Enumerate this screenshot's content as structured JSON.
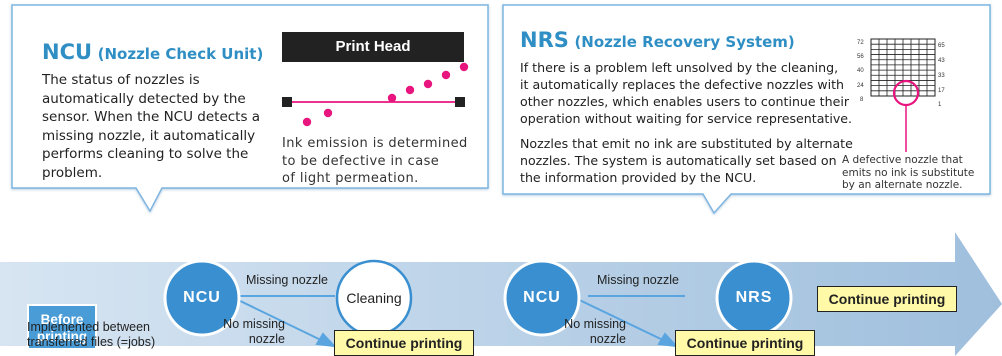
{
  "ncu_panel": {
    "title_main": "NCU",
    "title_sub": "(Nozzle Check Unit)",
    "body_lines": [
      "The status of nozzles is",
      "automatically detected by the",
      "sensor. When the NCU detects a",
      "missing nozzle, it automatically",
      "performs cleaning to solve the",
      "problem."
    ],
    "print_head_label": "Print Head",
    "caption_lines": [
      "Ink emission is determined",
      "to be defective in case",
      "of light permeation."
    ]
  },
  "nrs_panel": {
    "title_main": "NRS",
    "title_sub": "(Nozzle Recovery System)",
    "body_lines_1": [
      "If there is a problem left unsolved by the cleaning,",
      "it automatically replaces the defective nozzles with",
      "other nozzles, which enables users to continue their",
      "operation without waiting for service representative."
    ],
    "body_lines_2": [
      "Nozzles that emit no ink are substituted by alternate",
      "nozzles. The system is automatically set based on",
      "the information provided by the NCU."
    ],
    "grid_left_numbers": [
      "72",
      "56",
      "40",
      "24",
      "8"
    ],
    "grid_right_numbers": [
      "65",
      "43",
      "33",
      "17",
      "1"
    ],
    "grid_caption_lines": [
      "A defective nozzle that",
      "emits no ink is substitute",
      "by an alternate nozzle."
    ]
  },
  "flow": {
    "before_printing": [
      "Before",
      "printing"
    ],
    "ncu_label": "NCU",
    "cleaning_label": "Cleaning",
    "nrs_label": "NRS",
    "missing_nozzle": "Missing nozzle",
    "no_missing_nozzle": [
      "No missing",
      "nozzle"
    ],
    "continue_printing": "Continue printing",
    "implemented_note": [
      "Implemented between",
      "transferred files (=jobs)"
    ]
  },
  "colors": {
    "accent_blue": "#2f8fc4",
    "circle_blue": "#3a8fd0",
    "arrow_band": "#b8d2ea",
    "yellow": "#fff9a8",
    "magenta": "#e8157f"
  }
}
